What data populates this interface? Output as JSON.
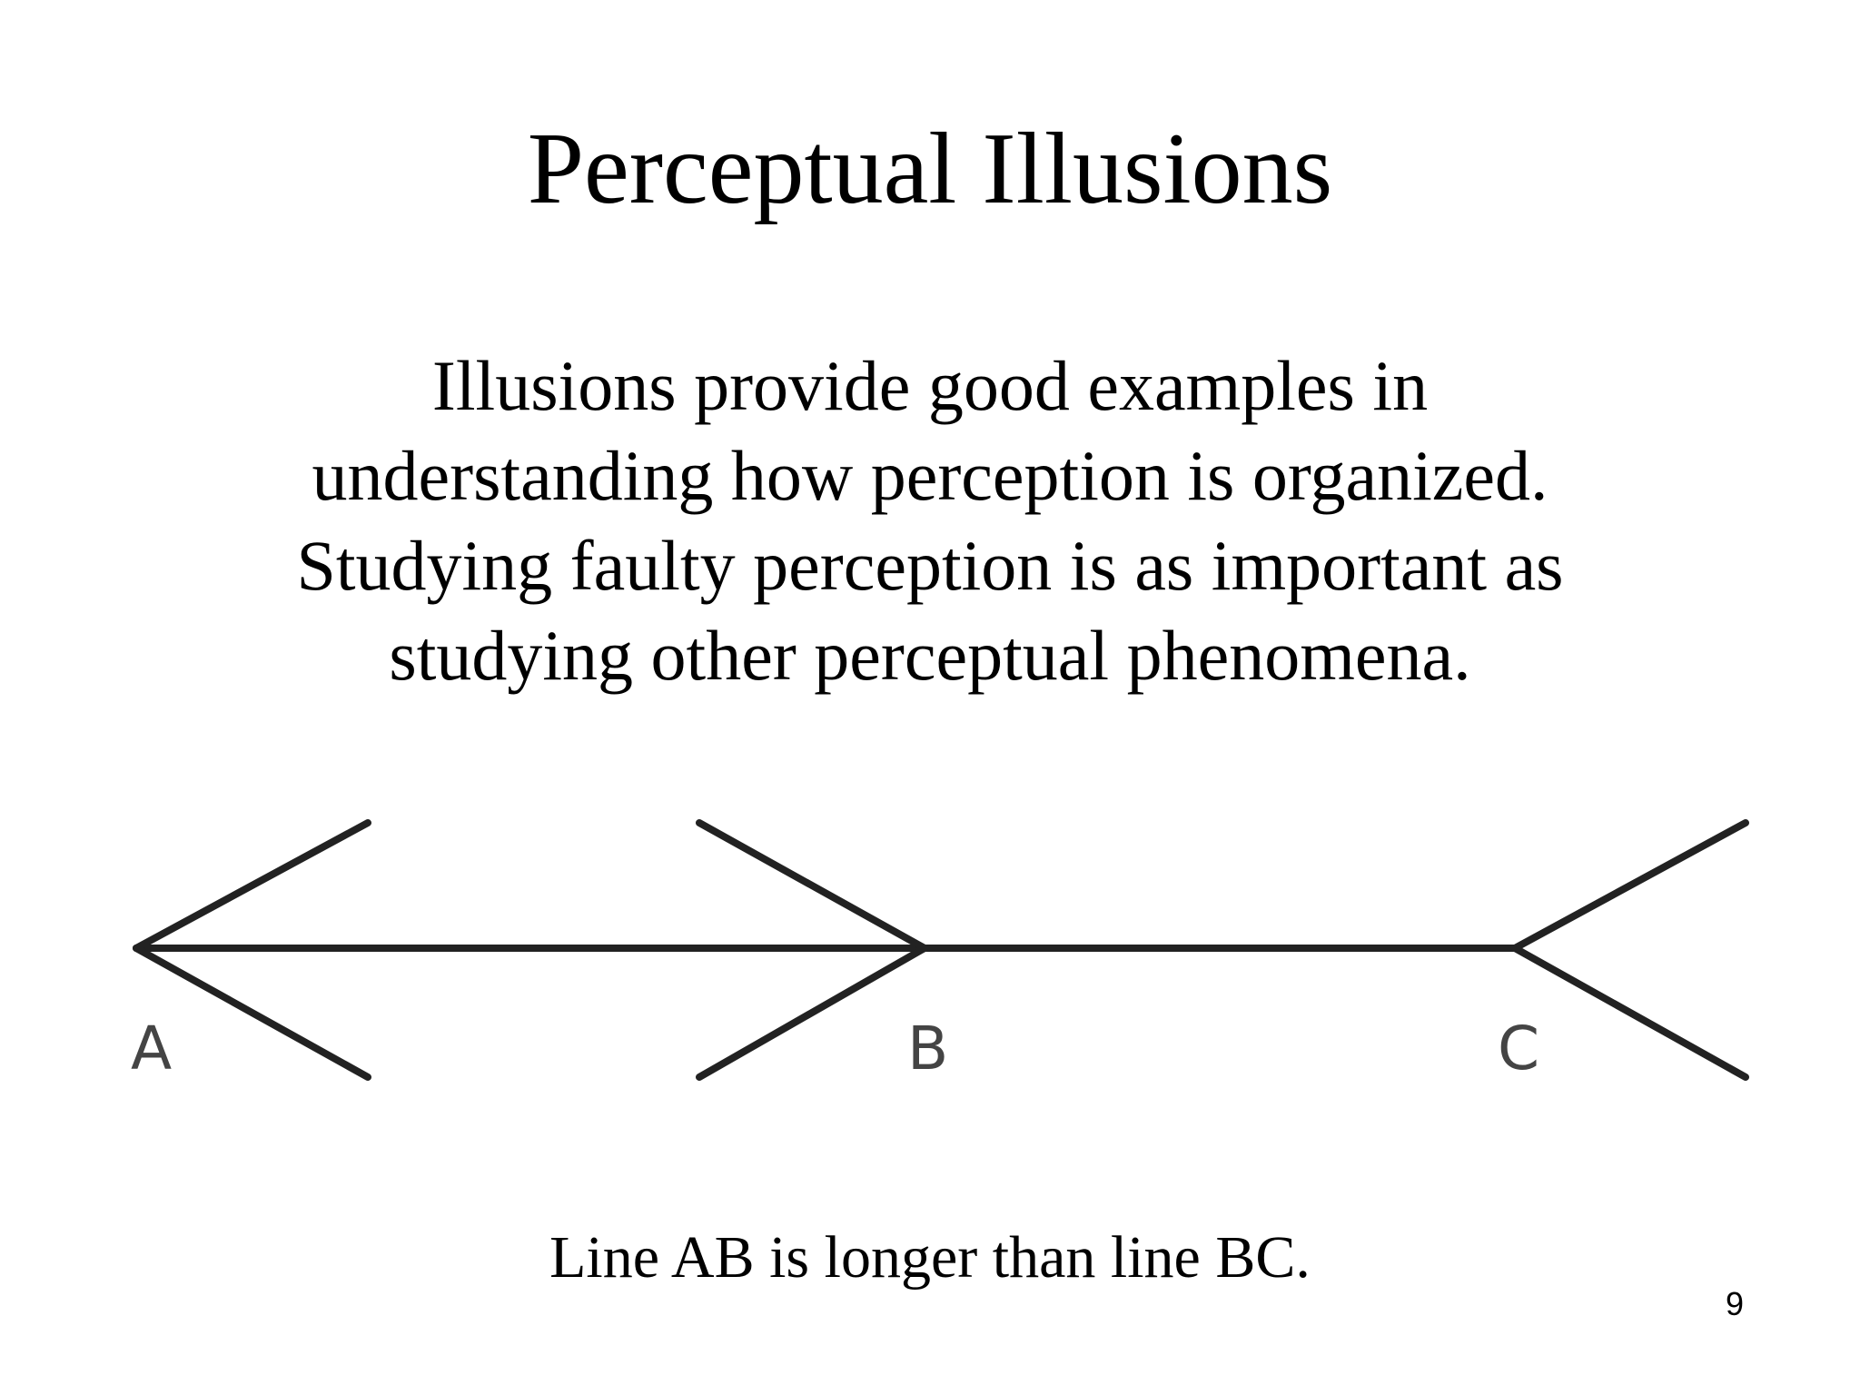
{
  "slide": {
    "title": "Perceptual Illusions",
    "body_lines": [
      "Illusions provide good examples in",
      "understanding how perception is organized.",
      "Studying faulty perception is as important as",
      "studying other perceptual phenomena."
    ],
    "figure_labels": {
      "a": "A",
      "b": "B",
      "c": "C"
    },
    "caption": "Line AB is longer than line BC.",
    "page_number": "9"
  }
}
